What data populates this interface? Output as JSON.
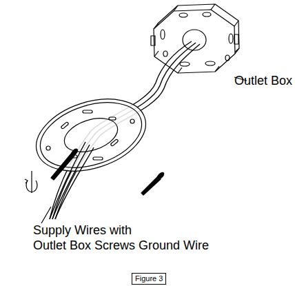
{
  "diagram": {
    "nodes": [
      {
        "text": [
          "Figure 3"
        ]
      }
    ],
    "labels": [
      "Outlet Box",
      "Supply Wires with",
      "Outlet Box Screws Ground Wire"
    ]
  }
}
